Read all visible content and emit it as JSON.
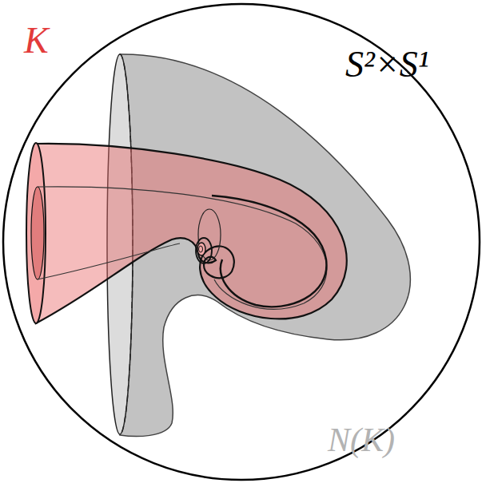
{
  "diagram": {
    "labels": [
      "K",
      "S²×S¹",
      "N(K)"
    ]
  }
}
